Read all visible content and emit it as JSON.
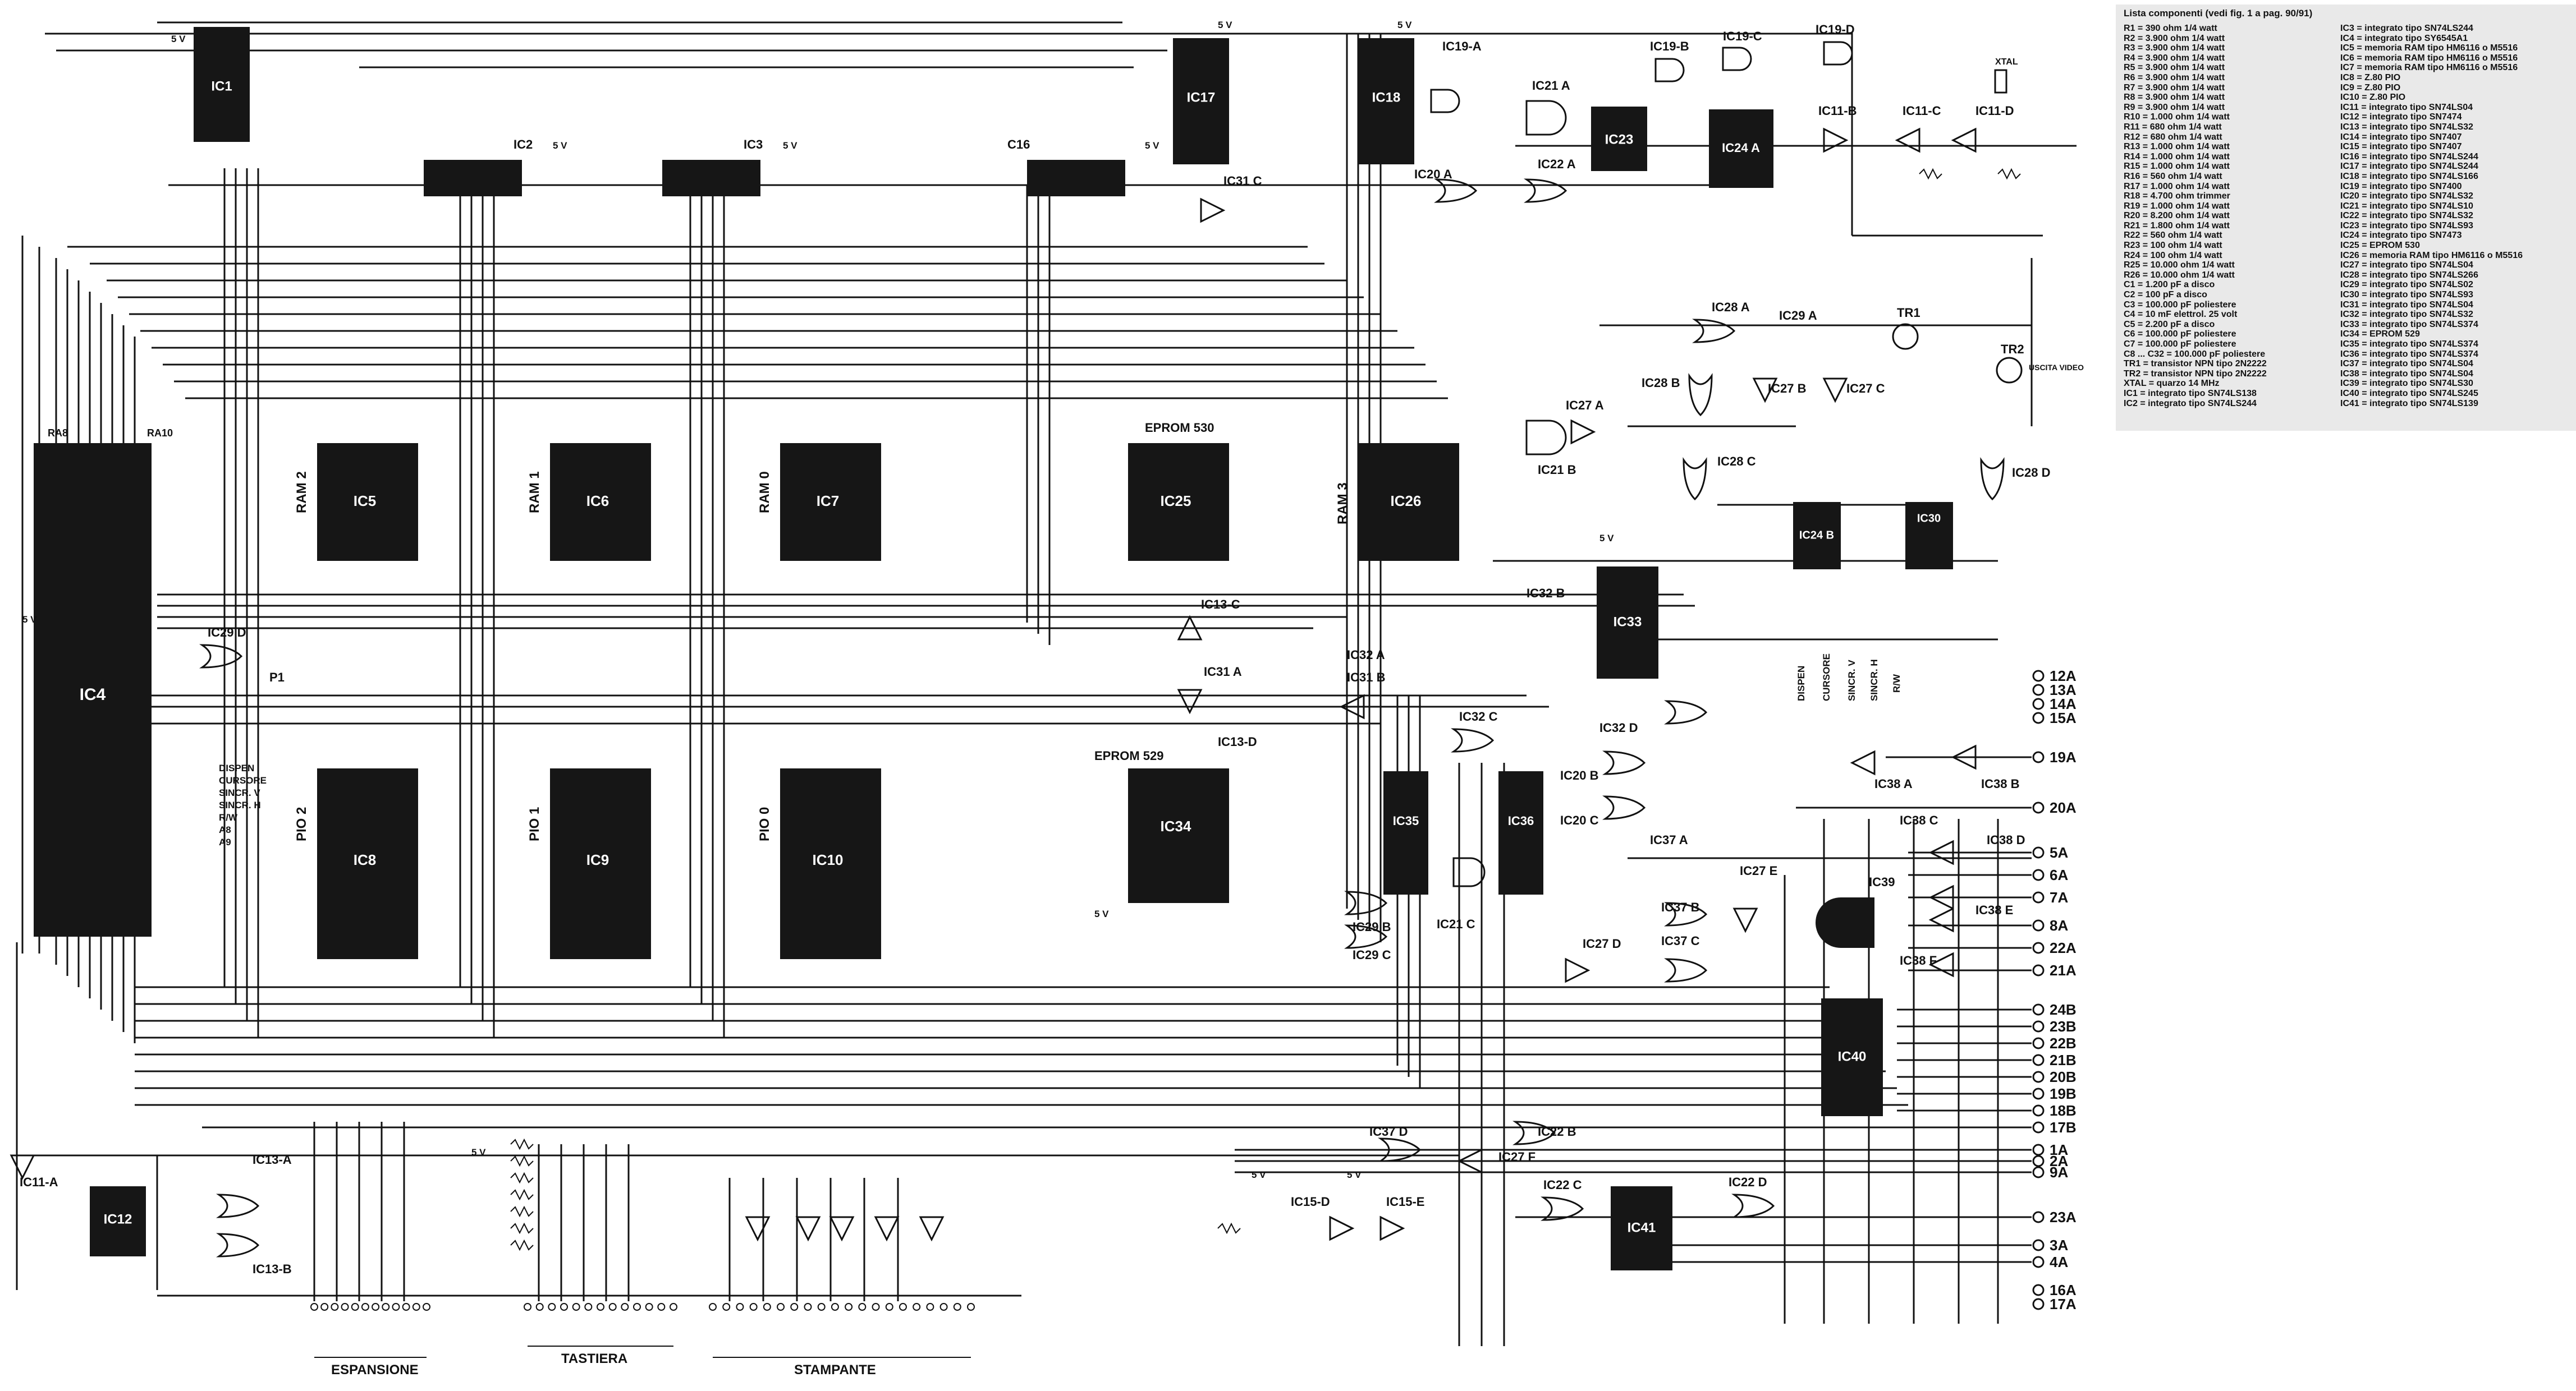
{
  "legend": {
    "title": "Lista componenti (vedi fig. 1 a pag. 90/91)",
    "left": [
      "R1 = 390 ohm 1/4 watt",
      "R2 = 3.900 ohm 1/4 watt",
      "R3 = 3.900 ohm 1/4 watt",
      "R4 = 3.900 ohm 1/4 watt",
      "R5 = 3.900 ohm 1/4 watt",
      "R6 = 3.900 ohm 1/4 watt",
      "R7 = 3.900 ohm 1/4 watt",
      "R8 = 3.900 ohm 1/4 watt",
      "R9 = 3.900 ohm 1/4 watt",
      "R10 = 1.000 ohm 1/4 watt",
      "R11 = 680 ohm 1/4 watt",
      "R12 = 680 ohm 1/4 watt",
      "R13 = 1.000 ohm 1/4 watt",
      "R14 = 1.000 ohm 1/4 watt",
      "R15 = 1.000 ohm 1/4 watt",
      "R16 = 560 ohm 1/4 watt",
      "R17 = 1.000 ohm 1/4 watt",
      "R18 = 4.700 ohm trimmer",
      "R19 = 1.000 ohm 1/4 watt",
      "R20 = 8.200 ohm 1/4 watt",
      "R21 = 1.800 ohm 1/4 watt",
      "R22 = 560 ohm 1/4 watt",
      "R23 = 100 ohm 1/4 watt",
      "R24 = 100 ohm 1/4 watt",
      "R25 = 10.000 ohm 1/4 watt",
      "R26 = 10.000 ohm 1/4 watt",
      "C1 = 1.200 pF a disco",
      "C2 = 100 pF a disco",
      "C3 = 100.000 pF poliestere",
      "C4 = 10 mF elettrol. 25 volt",
      "C5 = 2.200 pF a disco",
      "C6 = 100.000 pF poliestere",
      "C7 = 100.000 pF poliestere",
      "C8 ... C32 = 100.000 pF poliestere",
      "TR1 = transistor NPN tipo 2N2222",
      "TR2 = transistor NPN tipo 2N2222",
      "XTAL = quarzo 14 MHz",
      "IC1 = integrato tipo SN74LS138",
      "IC2 = integrato tipo SN74LS244"
    ],
    "right": [
      "IC3 = integrato tipo SN74LS244",
      "IC4 = integrato tipo SY6545A1",
      "IC5 = memoria RAM tipo HM6116 o M5516",
      "IC6 = memoria RAM tipo HM6116 o M5516",
      "IC7 = memoria RAM tipo HM6116 o M5516",
      "IC8 = Z.80 PIO",
      "IC9 = Z.80 PIO",
      "IC10 = Z.80 PIO",
      "IC11 = integrato tipo SN74LS04",
      "IC12 = integrato tipo SN7474",
      "IC13 = integrato tipo SN74LS32",
      "IC14 = integrato tipo SN7407",
      "IC15 = integrato tipo SN7407",
      "IC16 = integrato tipo SN74LS244",
      "IC17 = integrato tipo SN74LS244",
      "IC18 = integrato tipo SN74LS166",
      "IC19 = integrato tipo SN7400",
      "IC20 = integrato tipo SN74LS32",
      "IC21 = integrato tipo SN74LS10",
      "IC22 = integrato tipo SN74LS32",
      "IC23 = integrato tipo SN74LS93",
      "IC24 = integrato tipo SN7473",
      "IC25 = EPROM 530",
      "IC26 = memoria RAM tipo HM6116 o M5516",
      "IC27 = integrato tipo SN74LS04",
      "IC28 = integrato tipo SN74LS266",
      "IC29 = integrato tipo SN74LS02",
      "IC30 = integrato tipo SN74LS93",
      "IC31 = integrato tipo SN74LS04",
      "IC32 = integrato tipo SN74LS32",
      "IC33 = integrato tipo SN74LS374",
      "IC34 = EPROM 529",
      "IC35 = integrato tipo SN74LS374",
      "IC36 = integrato tipo SN74LS374",
      "IC37 = integrato tipo SN74LS04",
      "IC38 = integrato tipo SN74LS04",
      "IC39 = integrato tipo SN74LS30",
      "IC40 = integrato tipo SN74LS245",
      "IC41 = integrato tipo SN74LS139"
    ]
  },
  "chips": {
    "ic1": "IC1",
    "ic2": "IC2",
    "ic3": "IC3",
    "c16": "C16",
    "ic17": "IC17",
    "ic18": "IC18",
    "ic23": "IC23",
    "ic24a": "IC24 A",
    "ic4": "IC4",
    "ic5": "IC5",
    "ic6": "IC6",
    "ic7": "IC7",
    "ic25": "IC25",
    "ic26": "IC26",
    "ic33": "IC33",
    "ic24b": "IC24 B",
    "ic30": "IC30",
    "ic8": "IC8",
    "ic9": "IC9",
    "ic10": "IC10",
    "ic34": "IC34",
    "ic35": "IC35",
    "ic36": "IC36",
    "ic39": "IC39",
    "ic40": "IC40",
    "ic41": "IC41",
    "ic12": "IC12"
  },
  "side_labels": {
    "ram2": "RAM 2",
    "ram1": "RAM 1",
    "ram0": "RAM 0",
    "ram3": "RAM 3",
    "pio2": "PIO 2",
    "pio1": "PIO 1",
    "pio0": "PIO 0",
    "eprom530": "EPROM  530",
    "eprom529": "EPROM 529",
    "ra8": "RA8",
    "ra10": "RA10"
  },
  "gates": {
    "ic19a": "IC19-A",
    "ic19b": "IC19-B",
    "ic19c": "IC19-C",
    "ic19d": "IC19-D",
    "ic21a": "IC21 A",
    "ic22a": "IC22 A",
    "ic20a": "IC20 A",
    "ic31c": "IC31 C",
    "ic11b": "IC11-B",
    "ic11c": "IC11-C",
    "ic11d": "IC11-D",
    "ic28a": "IC28 A",
    "ic29a": "IC29 A",
    "ic28b": "IC28 B",
    "ic27b": "IC27 B",
    "ic27c": "IC27 C",
    "ic27a": "IC27 A",
    "ic21b": "IC21 B",
    "ic28c": "IC28 C",
    "ic28d": "IC28 D",
    "tr1": "TR1",
    "tr2": "TR2",
    "uscita": "USCITA VIDEO",
    "ic29d": "IC29 D",
    "p1": "P1",
    "ic13c": "IC13-C",
    "ic31a": "IC31 A",
    "ic13d": "IC13-D",
    "ic32a": "IC32 A",
    "ic31b": "IC31 B",
    "ic32b": "IC32 B",
    "ic32c": "IC32 C",
    "ic32d": "IC32 D",
    "ic20b": "IC20 B",
    "ic20c": "IC20 C",
    "ic37a": "IC37 A",
    "ic37b": "IC37 B",
    "ic37c": "IC37 C",
    "ic27d": "IC27 D",
    "ic27e": "IC27 E",
    "ic21c": "IC21 C",
    "ic29b": "IC29 B",
    "ic29c": "IC29 C",
    "ic38a": "IC38 A",
    "ic38b": "IC38 B",
    "ic38c": "IC38 C",
    "ic38d": "IC38 D",
    "ic38e": "IC38 E",
    "ic38f": "IC38 F",
    "ic37d": "IC37 D",
    "ic27f": "IC27 F",
    "ic22b": "IC22 B",
    "ic22c": "IC22 C",
    "ic22d": "IC22 D",
    "ic15d": "IC15-D",
    "ic15e": "IC15-E",
    "ic11a": "IC11-A",
    "ic13a": "IC13-A",
    "ic13b": "IC13-B",
    "xtal": "XTAL"
  },
  "connectors": [
    {
      "label": "12A"
    },
    {
      "label": "13A"
    },
    {
      "label": "14A"
    },
    {
      "label": "15A"
    },
    {
      "label": "19A"
    },
    {
      "label": "20A"
    },
    {
      "label": "5A"
    },
    {
      "label": "6A"
    },
    {
      "label": "7A"
    },
    {
      "label": "8A"
    },
    {
      "label": "22A"
    },
    {
      "label": "21A"
    },
    {
      "label": "24B"
    },
    {
      "label": "23B"
    },
    {
      "label": "22B"
    },
    {
      "label": "21B"
    },
    {
      "label": "20B"
    },
    {
      "label": "19B"
    },
    {
      "label": "18B"
    },
    {
      "label": "17B"
    },
    {
      "label": "1A"
    },
    {
      "label": "2A"
    },
    {
      "label": "9A"
    },
    {
      "label": "23A"
    },
    {
      "label": "3A"
    },
    {
      "label": "4A"
    },
    {
      "label": "16A"
    },
    {
      "label": "17A"
    }
  ],
  "ic4_signals": [
    "DISPEN",
    "CURSORE",
    "SINCR. V",
    "SINCR. H",
    "R/W",
    "A8",
    "A9"
  ],
  "ic33_signals": [
    "DISPEN",
    "CURSORE",
    "SINCR. V",
    "SINCR. H",
    "R/W"
  ],
  "bottom": {
    "espansione": "ESPANSIONE",
    "tastiera": "TASTIERA",
    "stampante": "STAMPANTE"
  },
  "supply": "5 V"
}
